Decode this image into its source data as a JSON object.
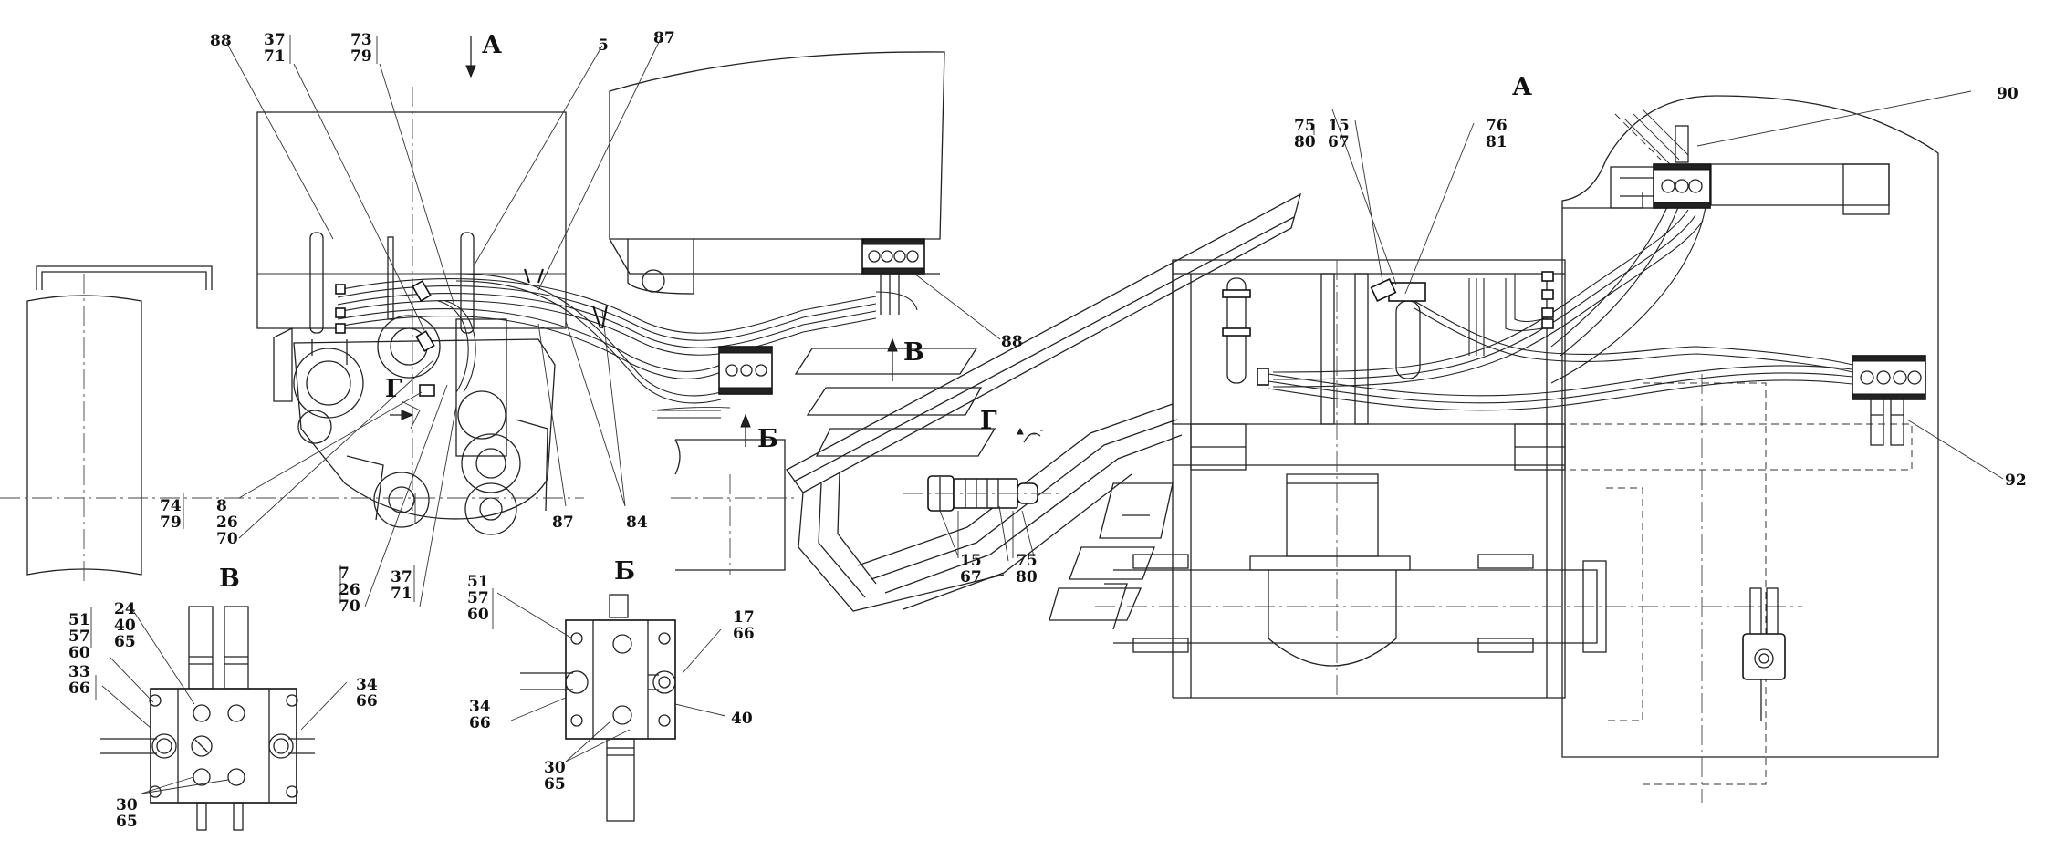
{
  "view_labels": {
    "a_arrow": "А",
    "a_view": "А",
    "b_arrow": "Б",
    "b_view": "Б",
    "v_arrow": "В",
    "v_view": "В",
    "g_arrow_left": "Г",
    "g_view": "Г"
  },
  "callouts": {
    "c88_top": "88",
    "c37_71_top": [
      "37",
      "71"
    ],
    "c73_79": [
      "73",
      "79"
    ],
    "c5": "5",
    "c87_top": "87",
    "c88_right": "88",
    "c74_79": [
      "74",
      "79"
    ],
    "c8_26_70": [
      "8",
      "26",
      "70"
    ],
    "c87_bottom": "87",
    "c84": "84",
    "c7_26_70": [
      "7",
      "26",
      "70"
    ],
    "c37_71_bottom": [
      "37",
      "71"
    ],
    "c15_67_g": [
      "15",
      "67"
    ],
    "c75_80_g": [
      "75",
      "80"
    ],
    "c75_80_a": [
      "75",
      "80"
    ],
    "c15_67_a": [
      "15",
      "67"
    ],
    "c76_81": [
      "76",
      "81"
    ],
    "c90": "90",
    "c92": "92",
    "v_51_57_60": [
      "51",
      "57",
      "60"
    ],
    "v_24_40_65": [
      "24",
      "40",
      "65"
    ],
    "v_33_66": [
      "33",
      "66"
    ],
    "v_34_66": [
      "34",
      "66"
    ],
    "v_30_65": [
      "30",
      "65"
    ],
    "b_51_57_60": [
      "51",
      "57",
      "60"
    ],
    "b_17_66": [
      "17",
      "66"
    ],
    "b_34_66": [
      "34",
      "66"
    ],
    "b_40": "40",
    "b_30_65": [
      "30",
      "65"
    ]
  }
}
